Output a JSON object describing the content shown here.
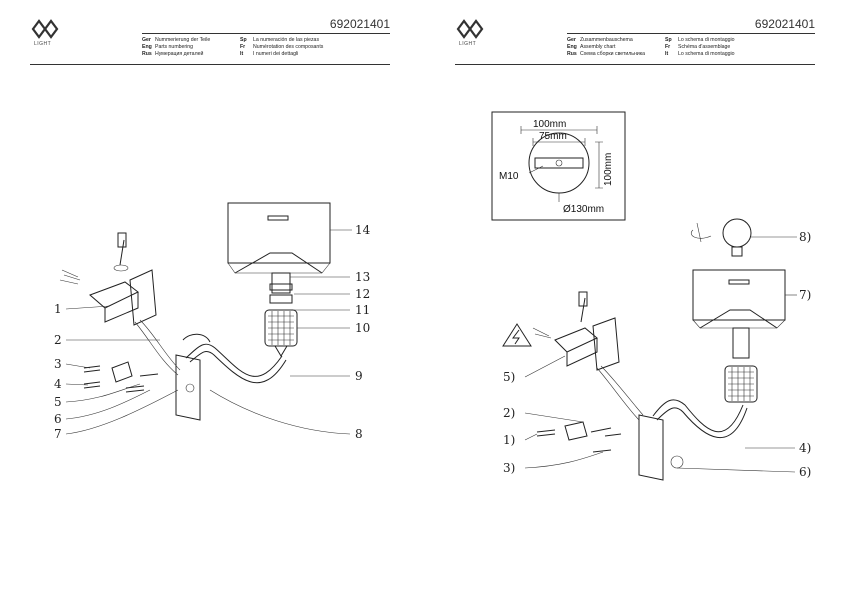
{
  "doc_number": "692021401",
  "logo_text": "LIGHT",
  "left_page": {
    "lines": [
      {
        "code": "Ger",
        "text": "Nummerierung der Teile"
      },
      {
        "code": "Eng",
        "text": "Parts numbering"
      },
      {
        "code": "Rus",
        "text": "Нумерация деталей"
      },
      {
        "code": "Sp",
        "text": "La numeración de las piezas"
      },
      {
        "code": "Fr",
        "text": "Numérotation des composants"
      },
      {
        "code": "It",
        "text": "I numeri dei dettagli"
      }
    ],
    "callouts": [
      "1",
      "2",
      "3",
      "4",
      "5",
      "6",
      "7",
      "8",
      "9",
      "10",
      "11",
      "12",
      "13",
      "14"
    ]
  },
  "right_page": {
    "lines": [
      {
        "code": "Ger",
        "text": "Zusammenbauschema"
      },
      {
        "code": "Eng",
        "text": "Assembly chart"
      },
      {
        "code": "Rus",
        "text": "Схема сборки светильника"
      },
      {
        "code": "Sp",
        "text": "Lo schema di montaggio"
      },
      {
        "code": "Fr",
        "text": "Schéma d'assemblage"
      },
      {
        "code": "It",
        "text": "Lo schema di montaggio"
      }
    ],
    "callouts": [
      "1)",
      "2)",
      "3)",
      "4)",
      "5)",
      "6)",
      "7)",
      "8)"
    ],
    "dimensions": {
      "d100_top": "100mm",
      "d75": "75mm",
      "d100_side": "100mm",
      "m10": "M10",
      "diameter": "Ø130mm"
    }
  }
}
